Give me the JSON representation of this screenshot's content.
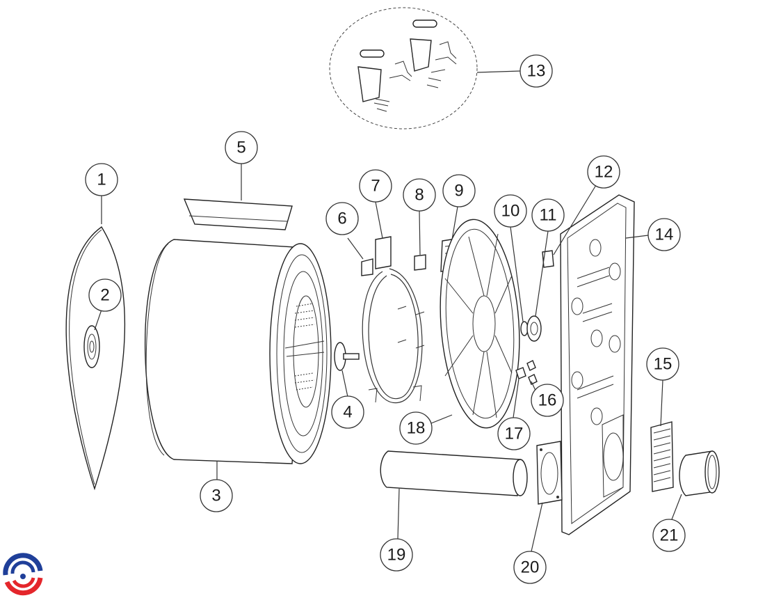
{
  "callouts": [
    {
      "id": 1,
      "label": "1"
    },
    {
      "id": 2,
      "label": "2"
    },
    {
      "id": 3,
      "label": "3"
    },
    {
      "id": 4,
      "label": "4"
    },
    {
      "id": 5,
      "label": "5"
    },
    {
      "id": 6,
      "label": "6"
    },
    {
      "id": 7,
      "label": "7"
    },
    {
      "id": 8,
      "label": "8"
    },
    {
      "id": 9,
      "label": "9"
    },
    {
      "id": 10,
      "label": "10"
    },
    {
      "id": 11,
      "label": "11"
    },
    {
      "id": 12,
      "label": "12"
    },
    {
      "id": 13,
      "label": "13"
    },
    {
      "id": 14,
      "label": "14"
    },
    {
      "id": 15,
      "label": "15"
    },
    {
      "id": 16,
      "label": "16"
    },
    {
      "id": 17,
      "label": "17"
    },
    {
      "id": 18,
      "label": "18"
    },
    {
      "id": 19,
      "label": "19"
    },
    {
      "id": 20,
      "label": "20"
    },
    {
      "id": 21,
      "label": "21"
    }
  ],
  "logo": {
    "icon": "swirl-logo-icon",
    "colors": [
      "#1f3f99",
      "#e4262b"
    ]
  }
}
